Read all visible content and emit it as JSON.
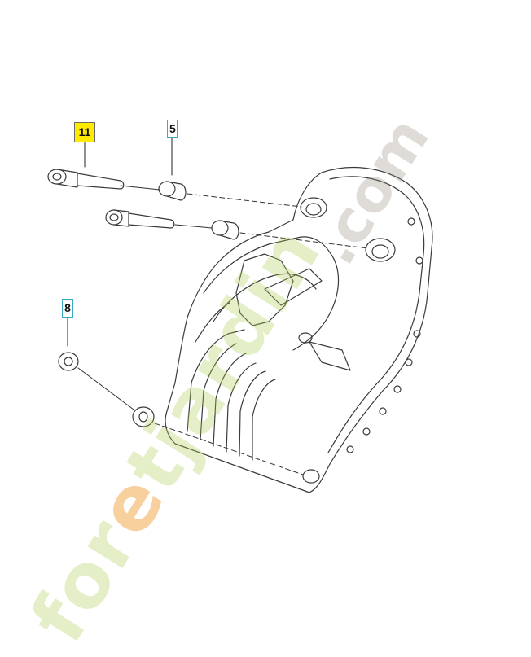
{
  "callouts": {
    "part_11": "11",
    "part_5": "5",
    "part_8": "8"
  },
  "watermark": {
    "main_pre": "for",
    "main_accent": "e",
    "main_post": "tjardin",
    "tld": ".com"
  },
  "colors": {
    "highlight": "#ffea00",
    "callout_border": "#3aa7c9",
    "line_art": "#3a3a3a",
    "watermark_green": "#aacd50",
    "watermark_orange": "#f09628",
    "watermark_gray": "#968c7d"
  }
}
